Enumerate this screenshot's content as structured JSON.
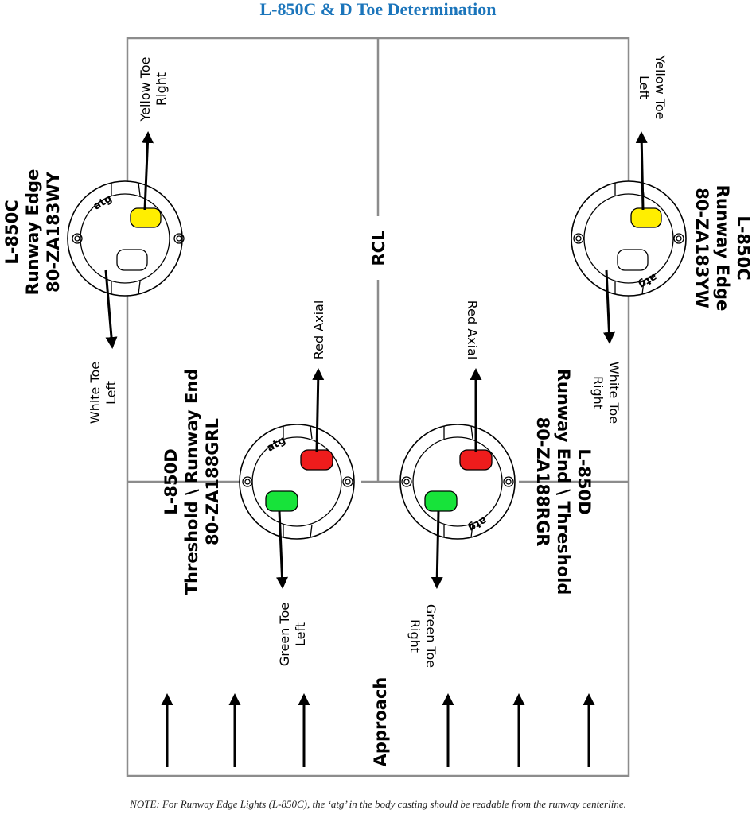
{
  "title": "L-850C & D Toe Determination",
  "note": "NOTE: For Runway Edge Lights (L-850C), the ‘atg’ in the body casting should be readable from the runway centerline.",
  "centerline_label": "RCL",
  "approach_label": "Approach",
  "fixtures": {
    "left_edge": {
      "model": "L-850C",
      "name": "Runway Edge",
      "part": "80-ZA183WY",
      "atg": "atg",
      "toe_top": "Yellow Toe",
      "toe_top_side": "Right",
      "toe_bottom": "White Toe",
      "toe_bottom_side": "Left"
    },
    "right_edge": {
      "model": "L-850C",
      "name": "Runway Edge",
      "part": "80-ZA183YW",
      "atg": "atg",
      "toe_top": "Yellow Toe",
      "toe_top_side": "Left",
      "toe_bottom": "White Toe",
      "toe_bottom_side": "Right"
    },
    "left_threshold": {
      "model": "L-850D",
      "name": "Threshold \\ Runway End",
      "part": "80-ZA188GRL",
      "atg": "atg",
      "axial": "Red Axial",
      "toe": "Green Toe",
      "toe_side": "Left"
    },
    "right_threshold": {
      "model": "L-850D",
      "name": "Runway End \\ Threshold",
      "part": "80-ZA188RGR",
      "atg": "atg",
      "axial": "Red Axial",
      "toe": "Green Toe",
      "toe_side": "Right"
    }
  },
  "colors": {
    "title": "#1b75bb",
    "yellow_lens": "#ffee00",
    "white_lens": "#ffffff",
    "red_lens": "#ee1c1c",
    "green_lens": "#17e33a",
    "runway_line": "#8c8c8c"
  }
}
